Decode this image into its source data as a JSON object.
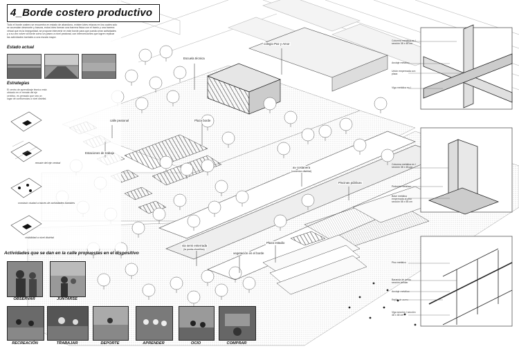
{
  "title": "4_Borde costero productivo",
  "intro": "Todo el borde costero se encuentra en estado de abandono, existen lotes eriazos en los cuales solo se acumulan desmonte y basura, estos lotes forman una barrera física con el barrio y una barrera virtual que es la inseguridad, se propone intervenir en este borde para que pueda crear actividades y a su vez volver al borde como un paseo a nivel peatonal, con intervenciones que logren replicar las actividades barriales a una escala mayor.",
  "estado_actual": {
    "heading": "Estado actual",
    "photos": [
      "photo-beach-1",
      "photo-road",
      "photo-beach-2"
    ]
  },
  "estrategias": {
    "heading": "Estrategias",
    "text": "El centro de aprendizaje técnico está ubicado en el remate del eje centrico, es pensado que sea un lugar de confluencias a nivel distrital.",
    "labels": [
      "remate del eje central",
      "construir ciudad a traves de actividades barriales",
      "visibilidad a nivel distrital"
    ]
  },
  "actividades": {
    "heading": "Actividades que se dan en la calle propuestas en el dispositivo",
    "items": [
      "OBSERVAR",
      "JUNTARSE",
      "RECREACIÓN",
      "TRABAJAR",
      "DEPORTE",
      "APRENDER",
      "OCIO",
      "COMPRAR"
    ]
  },
  "plan_labels": {
    "escuela": "Escuela técnica",
    "colegio": "colegio Paz y Amor",
    "calle_peatonal": "calle peatonal",
    "plaza_borde": "Plaza borde",
    "estaciones": "Estaciones de trabajo",
    "av_costanera": "av costanera",
    "av_costanera_sub": "(conexion distrital)",
    "piscinas": "Piscinas públicas",
    "via_semi": "via semi enterrada",
    "via_semi_sub": "(la punta-chorrillos)",
    "vegetacion": "vegetación en el borde",
    "plaza_estadio": "Plaza estadio"
  },
  "details": {
    "d1": [
      "Columna metálica en I sección 38 x 48 cm",
      "Anclaje metálico",
      "Unión empernada con placa",
      "Viga metálica en I"
    ],
    "d2": [
      "Columna metálica en I sección 38 x 48 cm",
      "Pedestal metálico",
      "Base metálica empernada al piso sección 58 x 58 cm"
    ],
    "d3": [
      "Piso metálico",
      "Baranda de acero sección tubular",
      "Anclaje metálico",
      "Rejilla de acero",
      "Viga sección I sección 48 x 48 cm"
    ]
  }
}
